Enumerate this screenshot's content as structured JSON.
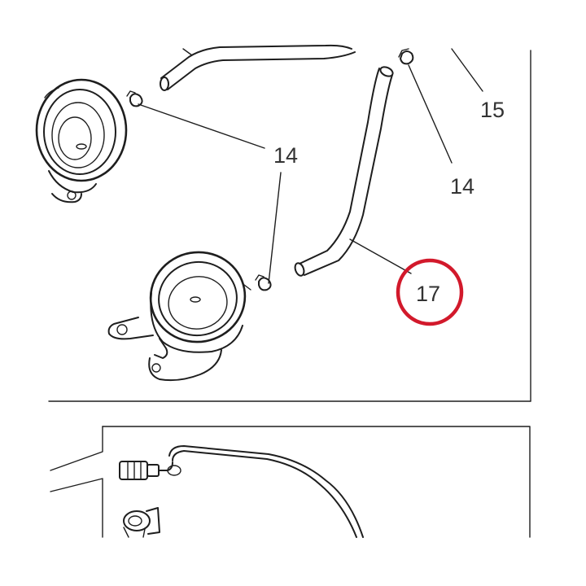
{
  "callouts": {
    "c15": "15",
    "c14_top_right": "14",
    "c14_left": "14",
    "c17": "17"
  },
  "highlight": {
    "target": "17",
    "color": "#d2192b"
  }
}
